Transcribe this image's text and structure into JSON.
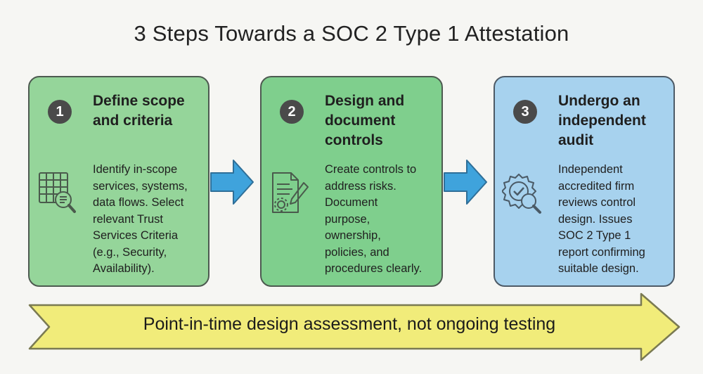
{
  "title": "3 Steps Towards a SOC 2 Type 1 Attestation",
  "steps": [
    {
      "number": "1",
      "heading": "Define scope\nand criteria",
      "body": "Identify in-scope\nservices, systems,\ndata flows. Select\nrelevant Trust\nServices Criteria\n(e.g., Security,\nAvailability).",
      "icon": "grid-magnifier-icon",
      "color": "#95d59a"
    },
    {
      "number": "2",
      "heading": "Design and\ndocument\ncontrols",
      "body": "Create controls to\naddress risks.\nDocument\npurpose,\nownership,\npolicies, and\nprocedures clearly.",
      "icon": "document-pen-gear-icon",
      "color": "#7fcf8d"
    },
    {
      "number": "3",
      "heading": "Undergo an\nindependent\naudit",
      "body": "Independent\naccredited firm\nreviews control\ndesign. Issues\nSOC 2 Type 1\nreport confirming\nsuitable design.",
      "icon": "badge-magnifier-icon",
      "color": "#a7d2ee"
    }
  ],
  "arrow_color": "#3fa3dc",
  "banner": {
    "text": "Point-in-time design assessment, not ongoing testing",
    "color": "#f1ec7a"
  }
}
